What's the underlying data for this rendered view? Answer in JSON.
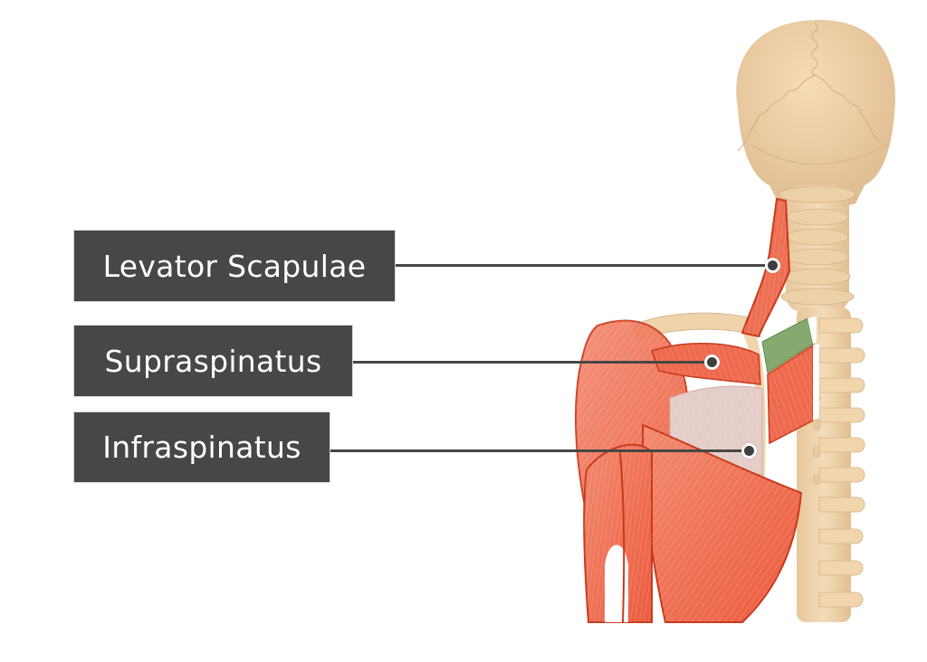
{
  "diagram": {
    "subject": "Posterior view of skull, cervical and thoracic spine, and right shoulder musculature",
    "labels": [
      {
        "id": "levator",
        "text": "Levator Scapulae"
      },
      {
        "id": "supraspinatus",
        "text": "Supraspinatus"
      },
      {
        "id": "infraspinatus",
        "text": "Infraspinatus"
      }
    ]
  },
  "colors": {
    "label_background": "#474747",
    "label_text": "#ffffff",
    "leader_line": "#474747",
    "bone": "#f1d7b2",
    "bone_shadow": "#d9b68c",
    "muscle": "#ef6a4f",
    "muscle_dark": "#c8381b",
    "muscle_light": "#f6a08a",
    "fascia": "#e5cfcb",
    "rhomboid_minor": "#7da369",
    "background": "#ffffff"
  }
}
